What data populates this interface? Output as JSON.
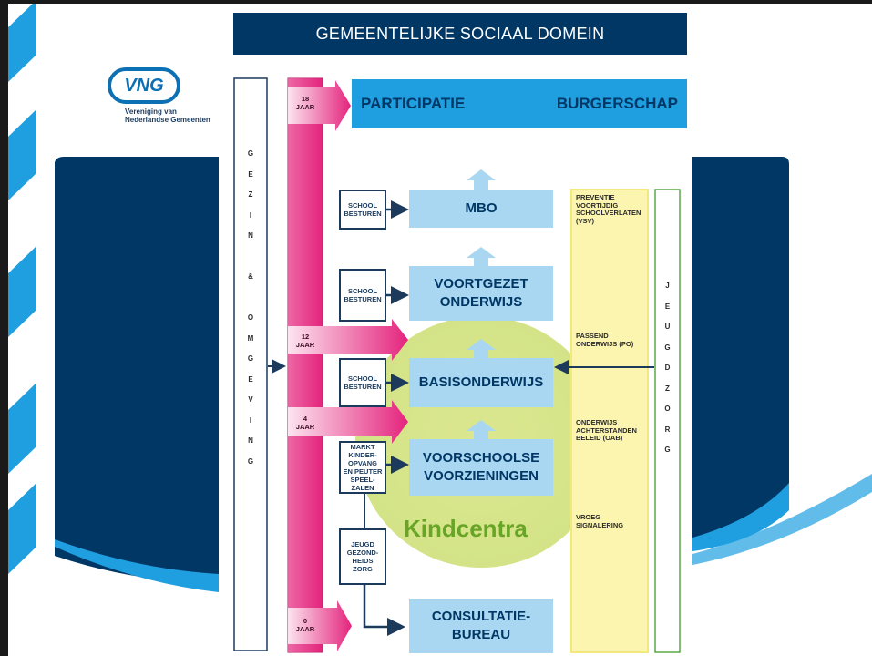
{
  "title": "GEMEENTELIJKE SOCIAAL DOMEIN",
  "logo": {
    "mark": "VNG",
    "subtitle_line1": "Vereniging van",
    "subtitle_line2": "Nederlandse Gemeenten"
  },
  "top_row": {
    "left": "PARTICIPATIE",
    "right": "BURGERSCHAP"
  },
  "left_column_letters": [
    "G",
    "E",
    "Z",
    "I",
    "N",
    "",
    "&",
    "",
    "O",
    "M",
    "G",
    "E",
    "V",
    "I",
    "N",
    "G"
  ],
  "right_column_letters": [
    "J",
    "E",
    "U",
    "G",
    "D",
    "Z",
    "O",
    "R",
    "G"
  ],
  "ages": {
    "a18": "18\nJAAR",
    "a12": "12\nJAAR",
    "a4": "4\nJAAR",
    "a0": "0\nJAAR"
  },
  "education": {
    "mbo": "MBO",
    "vo": "VOORTGEZET\nONDERWIJS",
    "basis": "BASISONDERWIJS",
    "voorschools": "VOORSCHOOLSE\nVOORZIENINGEN",
    "consultatie": "CONSULTATIE-\nBUREAU"
  },
  "small_boxes": {
    "school1": "SCHOOL\nBESTUREN",
    "school2": "SCHOOL\nBESTUREN",
    "school3": "SCHOOL\nBESTUREN",
    "markt": "MARKT\nKINDER-\nOPVANG\nEN PEUTER\nSPEEL-\nZALEN",
    "jeugd": "JEUGD\nGEZOND-\nHEIDS\nZORG"
  },
  "kindcentra": "Kindcentra",
  "policy_labels": {
    "vsv": "PREVENTIE\nVOORTIJDIG\nSCHOOLVERLATEN\n(VSV)",
    "po": "PASSEND\nONDERWIJS (PO)",
    "oab": "ONDERWIJS\nACHTERSTANDEN\nBELEID (OAB)",
    "vroeg": "VROEG\nSIGNALERING"
  },
  "colors": {
    "navy": "#003765",
    "light_blue": "#a9d7f1",
    "blue": "#1f9fe0",
    "pink": "#e4247d",
    "green": "#68a526",
    "yellow": "#fbf5b0"
  }
}
